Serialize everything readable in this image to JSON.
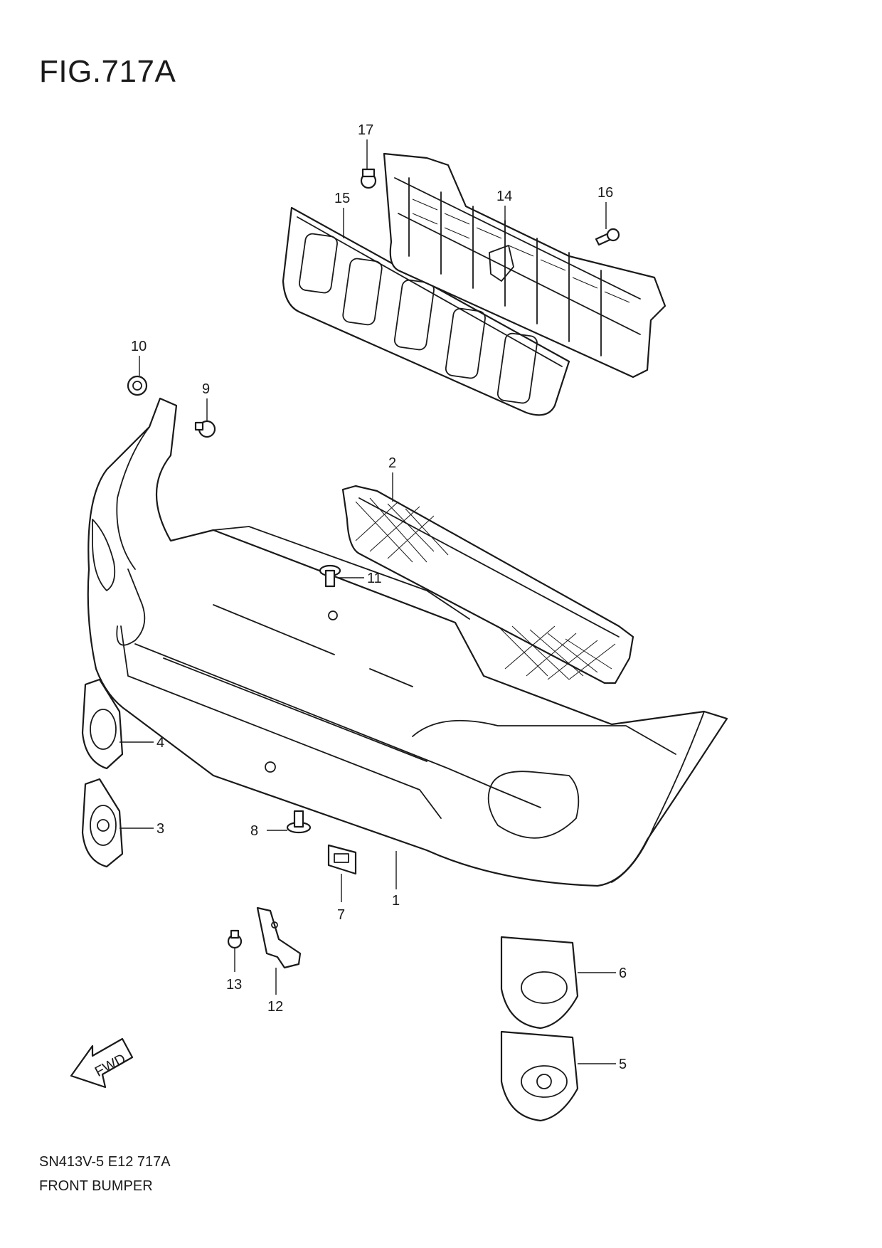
{
  "figure": {
    "title": "FIG.717A"
  },
  "callouts": {
    "c1": "1",
    "c2": "2",
    "c3": "3",
    "c4": "4",
    "c5": "5",
    "c6": "6",
    "c7": "7",
    "c8": "8",
    "c9": "9",
    "c10": "10",
    "c11": "11",
    "c12": "12",
    "c13": "13",
    "c14": "14",
    "c15": "15",
    "c16": "16",
    "c17": "17"
  },
  "direction_arrow": {
    "label": "FWD"
  },
  "footer": {
    "model_code": "SN413V-5 E12 717A",
    "section_name": "FRONT BUMPER"
  }
}
